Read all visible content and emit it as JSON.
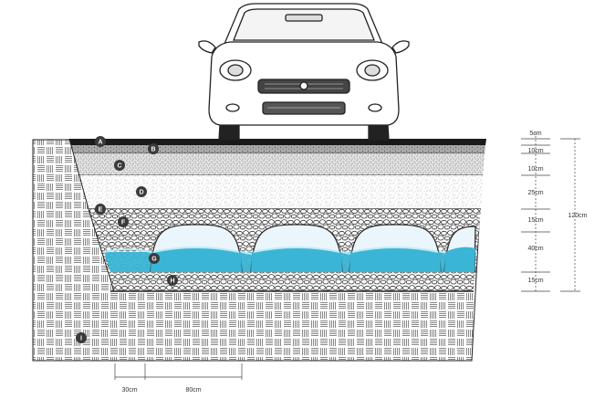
{
  "diagram": {
    "layer_labels": [
      "A",
      "B",
      "C",
      "D",
      "E",
      "F",
      "G",
      "H",
      "I"
    ],
    "thicknesses": [
      "5cm",
      "10cm",
      "10cm",
      "25cm",
      "15cm",
      "40cm",
      "15cm"
    ],
    "total_depth": "120cm",
    "bottom_dims": [
      "30cm",
      "80cm"
    ],
    "colors": {
      "asphalt": "#1a1a1a",
      "water": "#3bb5d6",
      "water_light": "#bfe9f4",
      "stone": "#444444",
      "line": "#222222"
    }
  }
}
